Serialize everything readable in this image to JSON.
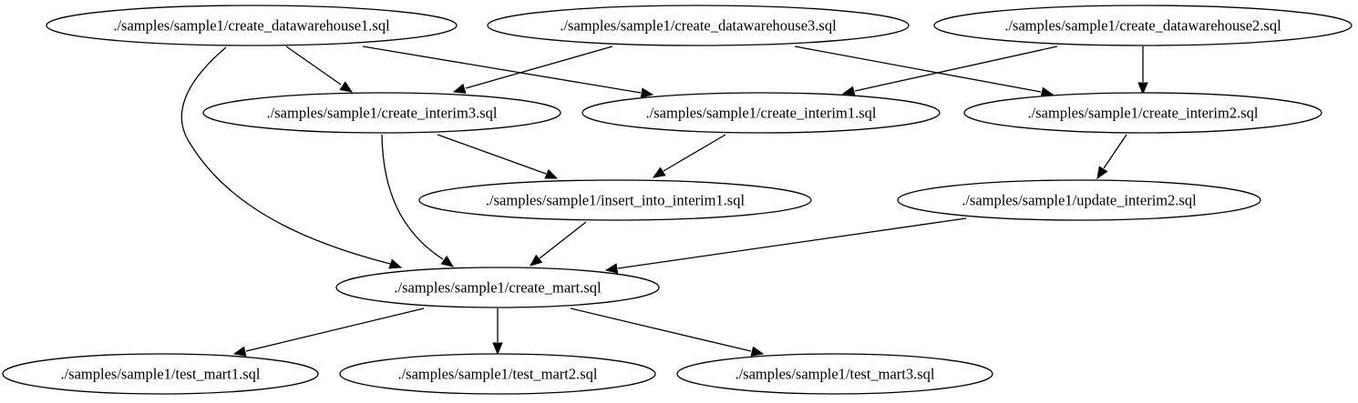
{
  "graph": {
    "nodes": [
      {
        "id": "cdw1",
        "label": "./samples/sample1/create_datawarehouse1.sql"
      },
      {
        "id": "cdw3",
        "label": "./samples/sample1/create_datawarehouse3.sql"
      },
      {
        "id": "cdw2",
        "label": "./samples/sample1/create_datawarehouse2.sql"
      },
      {
        "id": "ci3",
        "label": "./samples/sample1/create_interim3.sql"
      },
      {
        "id": "ci1",
        "label": "./samples/sample1/create_interim1.sql"
      },
      {
        "id": "ci2",
        "label": "./samples/sample1/create_interim2.sql"
      },
      {
        "id": "iii1",
        "label": "./samples/sample1/insert_into_interim1.sql"
      },
      {
        "id": "ui2",
        "label": "./samples/sample1/update_interim2.sql"
      },
      {
        "id": "cm",
        "label": "./samples/sample1/create_mart.sql"
      },
      {
        "id": "tm1",
        "label": "./samples/sample1/test_mart1.sql"
      },
      {
        "id": "tm2",
        "label": "./samples/sample1/test_mart2.sql"
      },
      {
        "id": "tm3",
        "label": "./samples/sample1/test_mart3.sql"
      }
    ],
    "edges": [
      {
        "from": "cdw1",
        "to": "ci3"
      },
      {
        "from": "cdw1",
        "to": "ci1"
      },
      {
        "from": "cdw1",
        "to": "cm"
      },
      {
        "from": "cdw3",
        "to": "ci3"
      },
      {
        "from": "cdw3",
        "to": "ci2"
      },
      {
        "from": "cdw2",
        "to": "ci1"
      },
      {
        "from": "cdw2",
        "to": "ci2"
      },
      {
        "from": "ci3",
        "to": "iii1"
      },
      {
        "from": "ci3",
        "to": "cm"
      },
      {
        "from": "ci1",
        "to": "iii1"
      },
      {
        "from": "ci2",
        "to": "ui2"
      },
      {
        "from": "iii1",
        "to": "cm"
      },
      {
        "from": "ui2",
        "to": "cm"
      },
      {
        "from": "cm",
        "to": "tm1"
      },
      {
        "from": "cm",
        "to": "tm2"
      },
      {
        "from": "cm",
        "to": "tm3"
      }
    ]
  }
}
